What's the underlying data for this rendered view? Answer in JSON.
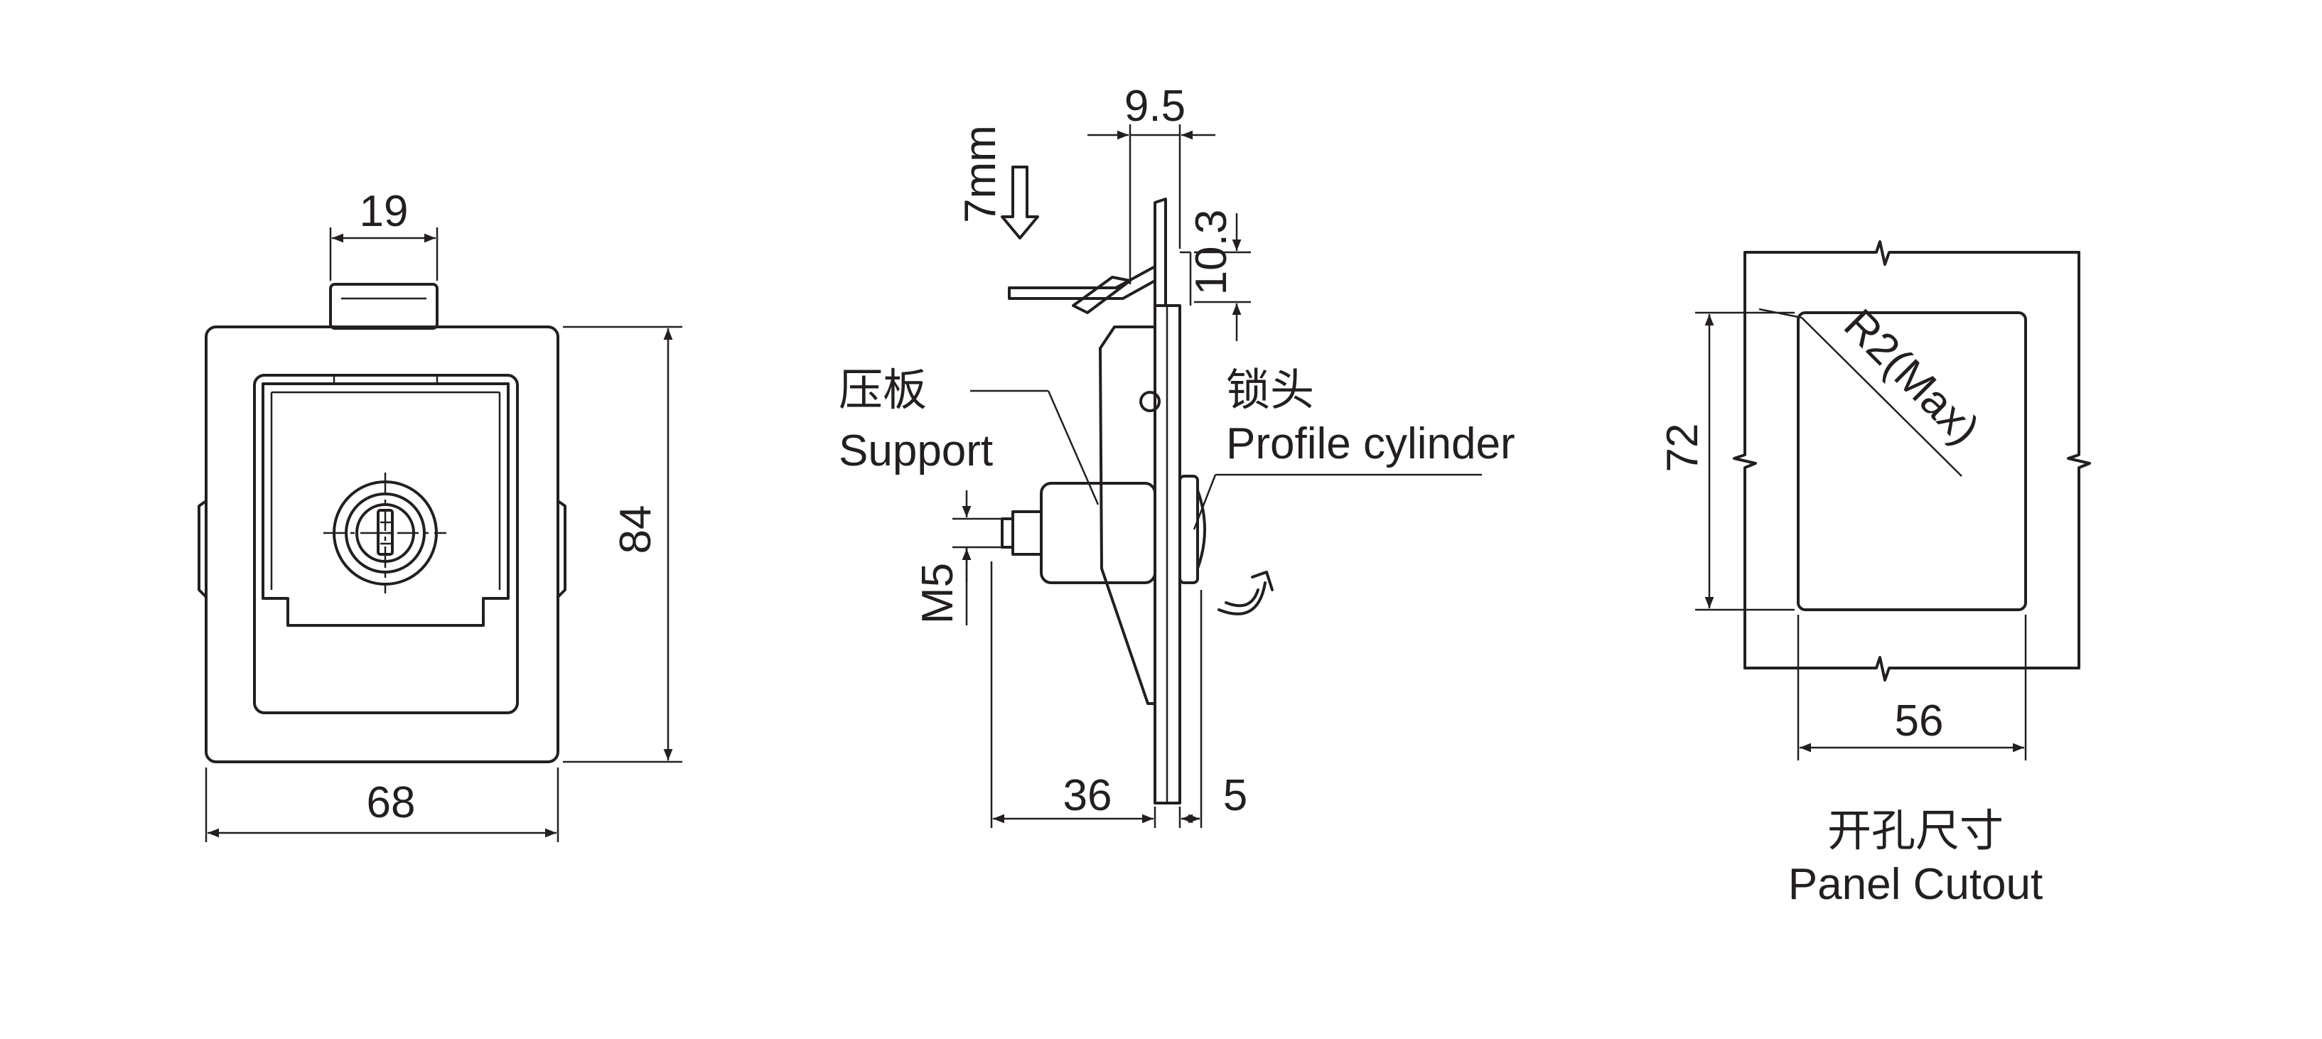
{
  "front_view": {
    "width_dim": "68",
    "height_dim": "84",
    "top_dim": "19"
  },
  "side_view": {
    "top_dim": "9.5",
    "flange_dim": "10.3",
    "travel_label": "7mm",
    "thread_label": "M5",
    "depth_dim": "36",
    "plate_dim": "5",
    "support_cn": "压板",
    "support_en": "Support",
    "cylinder_cn": "锁头",
    "cylinder_en": "Profile cylinder"
  },
  "cutout_view": {
    "height_dim": "72",
    "width_dim": "56",
    "radius_label": "R2(Max)",
    "title_cn": "开孔尺寸",
    "title_en": "Panel Cutout"
  }
}
